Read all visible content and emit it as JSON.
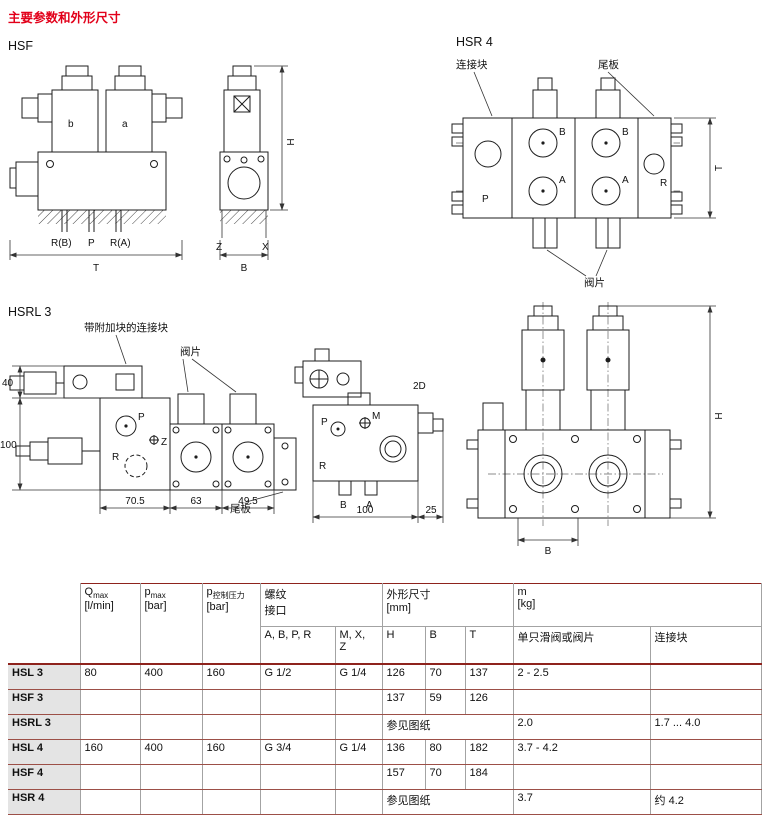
{
  "title": "主要参数和外形尺寸",
  "colors": {
    "accent_red": "#e2001a",
    "table_rule_red": "#8e231d",
    "row_label_bg": "#e4e4e4"
  },
  "drawings": {
    "hsf": {
      "label": "HSF",
      "coil_left": "b",
      "coil_right": "a",
      "port1": "R(B)",
      "port2": "P",
      "port3": "R(A)",
      "dim_t": "T",
      "dim_h": "H",
      "dim_b": "B",
      "label_z": "Z",
      "label_x": "X"
    },
    "hsr4": {
      "label": "HSR 4",
      "callout_block": "连接块",
      "callout_endplate": "尾板",
      "callout_plate": "阀片",
      "port_p": "P",
      "port_b1": "B",
      "port_a1": "A",
      "port_b2": "B",
      "port_a2": "A",
      "port_r": "R",
      "dim_t": "T"
    },
    "hsrl3": {
      "label": "HSRL 3",
      "callout_block": "带附加块的连接块",
      "callout_plate": "阀片",
      "callout_endplate": "尾板",
      "port_p": "P",
      "port_z": "Z",
      "port_r": "R",
      "dim_40": "40",
      "dim_100": "100",
      "dim_70_5": "70.5",
      "dim_63": "63",
      "dim_49_5": "49.5"
    },
    "side": {
      "label_2d": "2D",
      "port_p": "P",
      "port_m": "M",
      "port_r": "R",
      "port_b": "B",
      "port_a": "A",
      "dim_100": "100",
      "dim_25": "25"
    },
    "front": {
      "dim_h": "H",
      "dim_b": "B"
    }
  },
  "table": {
    "header": {
      "q_main": "Q",
      "q_sub": "max",
      "q_unit": "[l/min]",
      "pmax_main": "p",
      "pmax_sub": "max",
      "pmax_unit": "[bar]",
      "pctl_main": "p",
      "pctl_sub": "控制压力",
      "pctl_unit": "[bar]",
      "threads": "螺纹\n接口",
      "threads_col1": "A, B, P, R",
      "threads_col2": "M, X,\nZ",
      "dims": "外形尺寸\n[mm]",
      "dim_h": "H",
      "dim_b": "B",
      "dim_t": "T",
      "mass": "m\n[kg]",
      "mass_col1": "单只滑阀或阀片",
      "mass_col2": "连接块"
    },
    "rows": [
      {
        "name": "HSL 3",
        "q": "80",
        "pmax": "400",
        "pctl": "160",
        "thread1": "G 1/2",
        "thread2": "G 1/4",
        "h": "126",
        "b": "70",
        "t": "137",
        "m1": "2 - 2.5",
        "m2": ""
      },
      {
        "name": "HSF 3",
        "q": "",
        "pmax": "",
        "pctl": "",
        "thread1": "",
        "thread2": "",
        "h": "137",
        "b": "59",
        "t": "126",
        "m1": "",
        "m2": ""
      },
      {
        "name": "HSRL 3",
        "q": "",
        "pmax": "",
        "pctl": "",
        "thread1": "",
        "thread2": "",
        "hbt": "参见图纸",
        "m1": "2.0",
        "m2": "1.7 ... 4.0"
      },
      {
        "name": "HSL 4",
        "q": "160",
        "pmax": "400",
        "pctl": "160",
        "thread1": "G 3/4",
        "thread2": "G 1/4",
        "h": "136",
        "b": "80",
        "t": "182",
        "m1": "3.7 - 4.2",
        "m2": ""
      },
      {
        "name": "HSF 4",
        "q": "",
        "pmax": "",
        "pctl": "",
        "thread1": "",
        "thread2": "",
        "h": "157",
        "b": "70",
        "t": "184",
        "m1": "",
        "m2": ""
      },
      {
        "name": "HSR 4",
        "q": "",
        "pmax": "",
        "pctl": "",
        "thread1": "",
        "thread2": "",
        "hbt": "参见图纸",
        "m1": "3.7",
        "m2": "约 4.2"
      }
    ]
  }
}
